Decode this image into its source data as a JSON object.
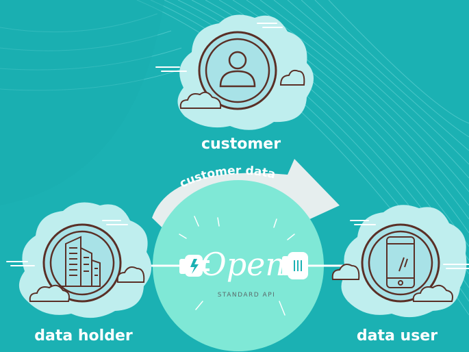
{
  "nodes": {
    "customer": "customer",
    "data_holder": "data holder",
    "data_user": "data user"
  },
  "flow_label": "customer data",
  "api": {
    "title": "Open",
    "subtitle": "STANDARD API"
  },
  "colors": {
    "background": "#1bb1b3",
    "cloud": "#bfeeee",
    "badge": "#a8e2e7",
    "outline": "#5a2f26",
    "open_circle": "#7fe8d6",
    "arrow": "#e6eeee",
    "label_text": "#ffffff"
  },
  "icons": [
    "person-icon",
    "building-icon",
    "smartphone-icon",
    "plug-icon",
    "socket-icon"
  ]
}
